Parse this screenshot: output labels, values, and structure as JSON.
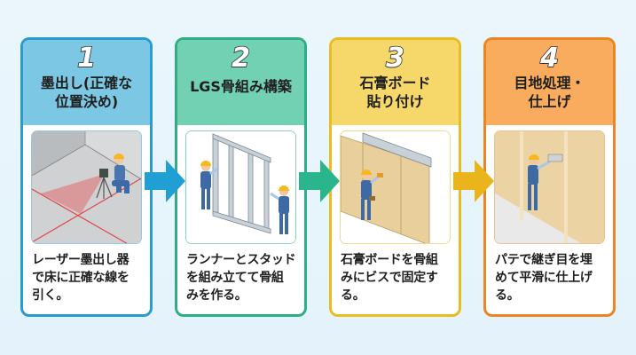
{
  "steps": [
    {
      "number": "1",
      "title": "墨出し(正確な位置決め)",
      "title_lines": [
        "墨出し(正確な",
        "位置決め)"
      ],
      "description_lines": [
        "レーザー墨出し器",
        "で床に正確な線を",
        "引く。"
      ],
      "illustration": "worker-with-laser-level",
      "colors": {
        "header": "#7cc7e4",
        "border": "#2a9bcc",
        "illus_border": "#8fcbe3"
      }
    },
    {
      "number": "2",
      "title": "LGS骨組み構築",
      "title_lines": [
        "LGS骨組み構築"
      ],
      "description_lines": [
        "ランナーとスタッド",
        "を組み立てて骨組",
        "みを作る。"
      ],
      "illustration": "workers-assembling-steel-frame",
      "colors": {
        "header": "#72d1b3",
        "border": "#2fae86",
        "illus_border": "#8ed4bd"
      }
    },
    {
      "number": "3",
      "title": "石膏ボード貼り付け",
      "title_lines": [
        "石膏ボード",
        "貼り付け"
      ],
      "description_lines": [
        "石膏ボードを骨組",
        "みにビスで固定す",
        "る。"
      ],
      "illustration": "worker-screwing-gypsum-board",
      "colors": {
        "header": "#f6d86a",
        "border": "#e9bd1f",
        "illus_border": "#f0d98a"
      }
    },
    {
      "number": "4",
      "title": "目地処理・仕上げ",
      "title_lines": [
        "目地処理・",
        "仕上げ"
      ],
      "description_lines": [
        "パテで継ぎ目を埋",
        "めて平滑に仕上げ",
        "る。"
      ],
      "illustration": "worker-applying-putty",
      "colors": {
        "header": "#f9ac5e",
        "border": "#ea8424",
        "illus_border": "#f1bf8d"
      }
    }
  ],
  "arrows": [
    {
      "from": "1",
      "to": "2",
      "color": "#1f9fd4"
    },
    {
      "from": "2",
      "to": "3",
      "color": "#2bb58c"
    },
    {
      "from": "3",
      "to": "4",
      "color": "#eab51a"
    }
  ]
}
